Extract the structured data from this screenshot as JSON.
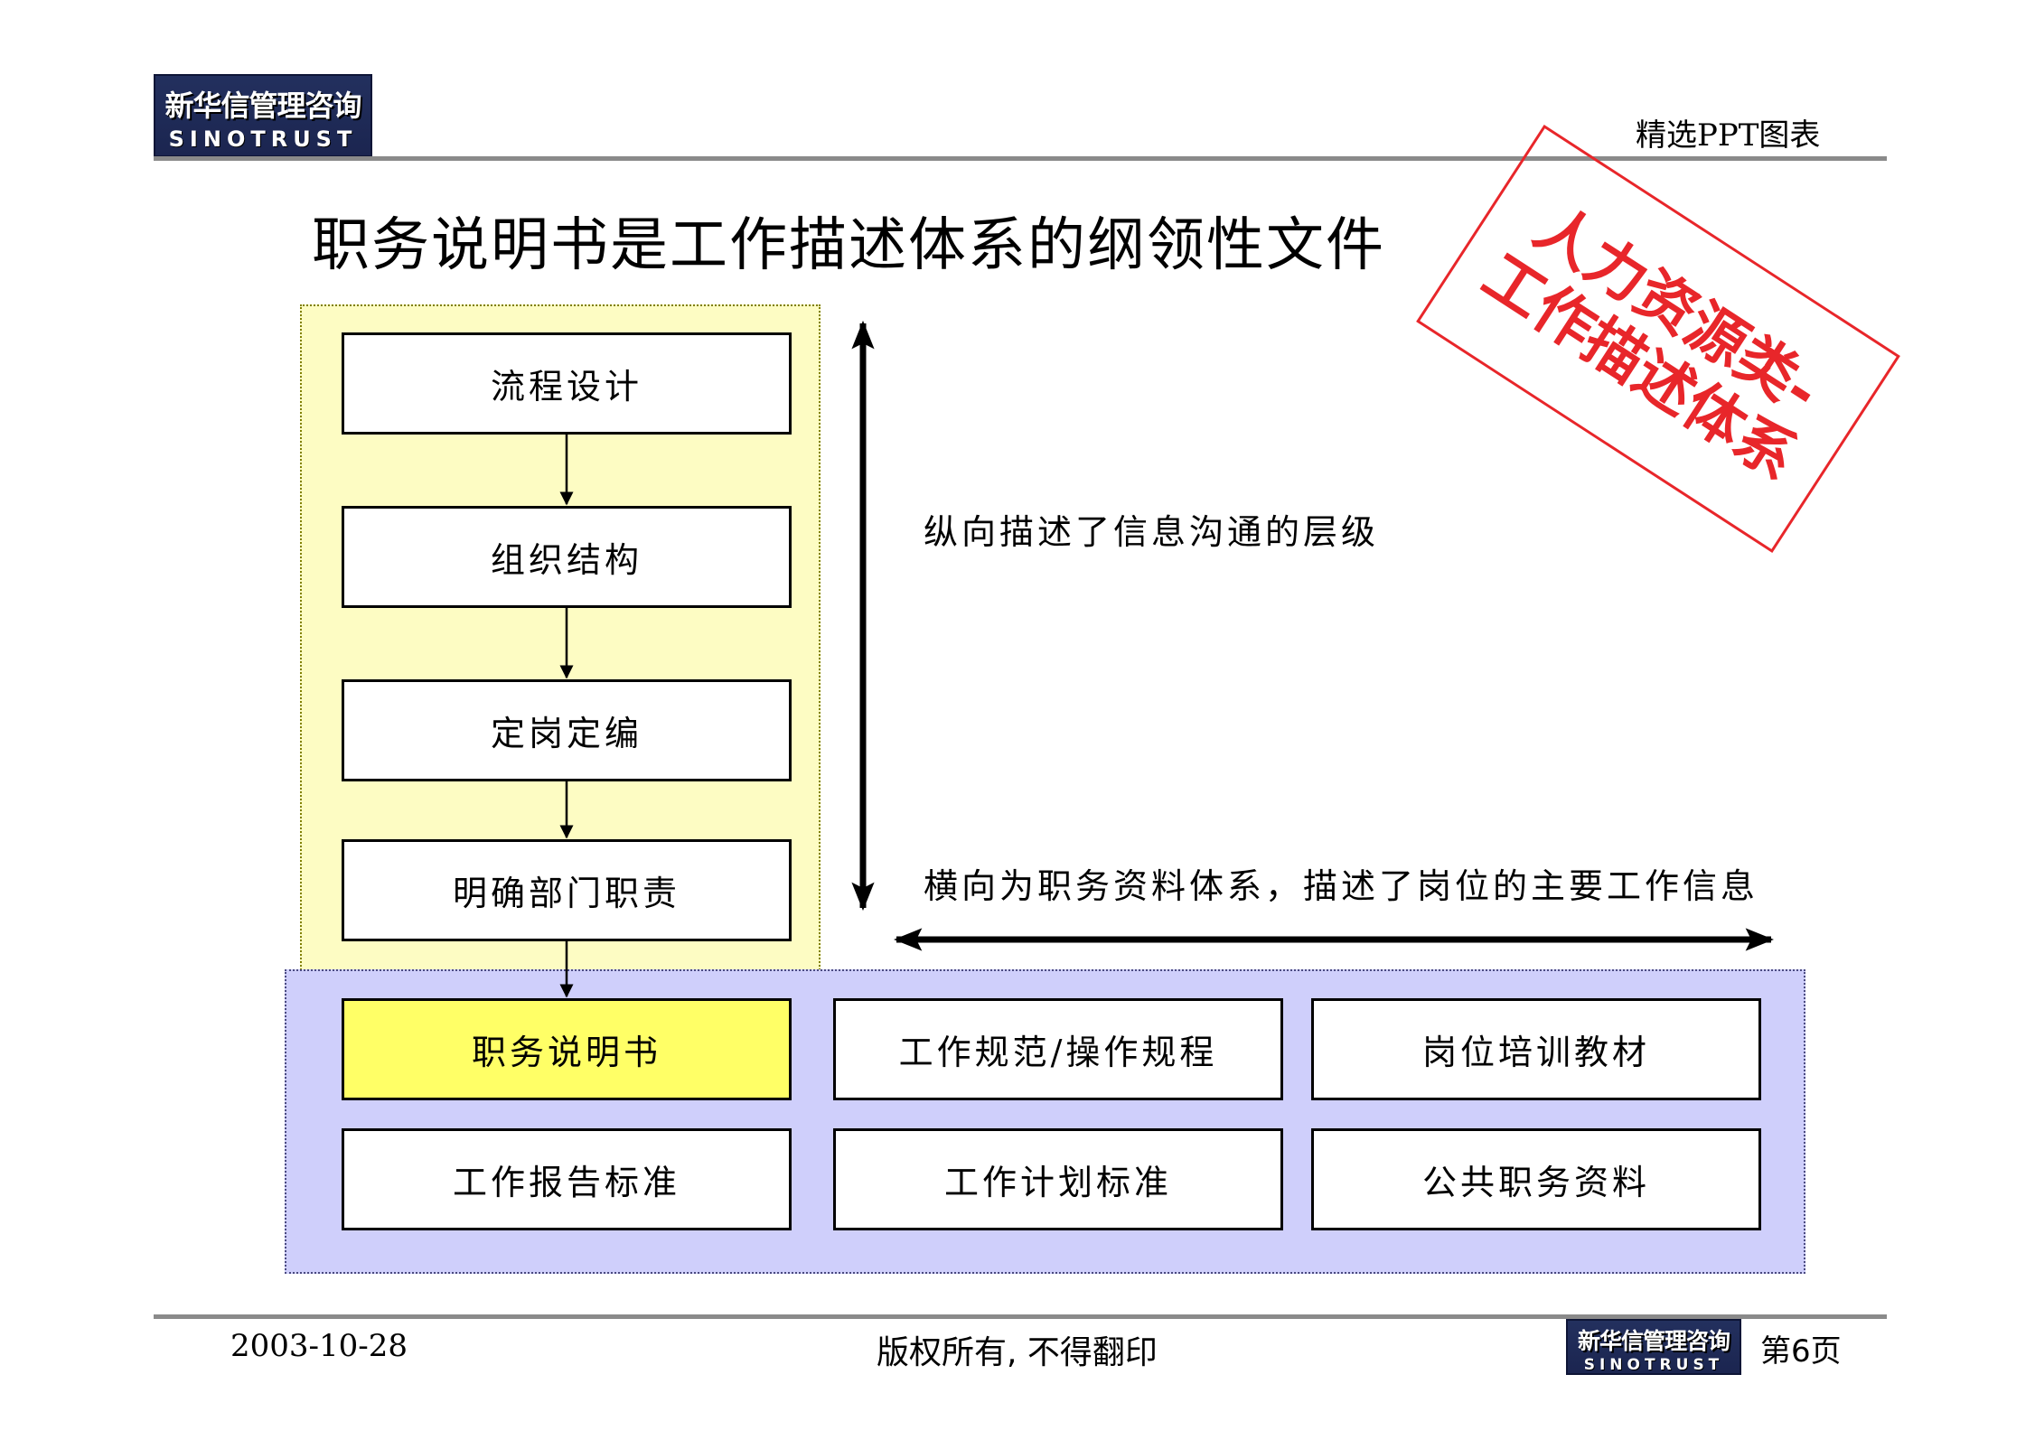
{
  "header": {
    "logo_cn": "新华信管理咨询",
    "logo_en": "SINOTRUST",
    "right_label": "精选PPT图表"
  },
  "title": "职务说明书是工作描述体系的纲领性文件",
  "stamp": {
    "line1": "人力资源类-",
    "line2": "工作描述体系"
  },
  "flow": {
    "steps": [
      "流程设计",
      "组织结构",
      "定岗定编",
      "明确部门职责"
    ]
  },
  "annotations": {
    "vertical": "纵向描述了信息沟通的层级",
    "horizontal": "横向为职务资料体系，描述了岗位的主要工作信息"
  },
  "documents": {
    "row1": [
      "职务说明书",
      "工作规范/操作规程",
      "岗位培训教材"
    ],
    "row2": [
      "工作报告标准",
      "工作计划标准",
      "公共职务资料"
    ]
  },
  "footer": {
    "date": "2003-10-28",
    "copyright": "版权所有, 不得翻印",
    "logo_cn": "新华信管理咨询",
    "logo_en": "SINOTRUST",
    "page": "第6页"
  },
  "colors": {
    "highlight_box": "#ffff66",
    "yellow_panel": "#fdfcc3",
    "blue_panel": "#cfcffb",
    "stamp_red": "#e8262a",
    "logo_navy": "#1b2550"
  }
}
